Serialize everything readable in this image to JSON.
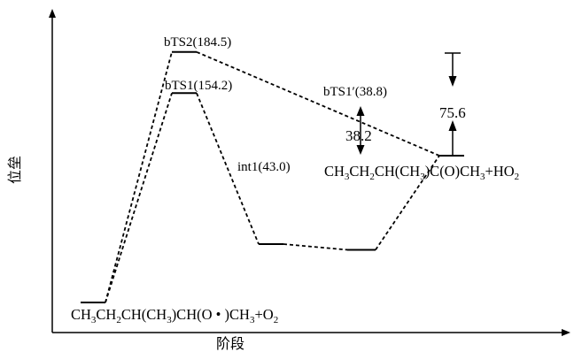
{
  "chart_data": {
    "type": "energy-diagram",
    "title": "",
    "xlabel": "阶段",
    "ylabel": "位垒",
    "levels": [
      {
        "id": "r",
        "text_segments": [
          [
            "CH",
            ""
          ],
          [
            "3",
            "sub"
          ],
          [
            "CH",
            ""
          ],
          [
            "2",
            "sub"
          ],
          [
            "CH(CH",
            ""
          ],
          [
            "3",
            "sub"
          ],
          [
            ")CH(O • )CH",
            ""
          ],
          [
            "3",
            "sub"
          ],
          [
            "+O",
            ""
          ],
          [
            "2",
            "sub"
          ]
        ],
        "energy": 0.0
      },
      {
        "id": "bTS2",
        "name": "bTS2",
        "label": "bTS2(184.5)",
        "energy": 184.5
      },
      {
        "id": "bTS1",
        "name": "bTS1",
        "label": "bTS1(154.2)",
        "energy": 154.2
      },
      {
        "id": "int1",
        "name": "int1",
        "label": "int1(43.0)",
        "energy": 43.0
      },
      {
        "id": "bTS1p",
        "name": "bTS1′",
        "label": "bTS1′(38.8)",
        "energy": 38.8
      },
      {
        "id": "p",
        "text_segments": [
          [
            "CH",
            ""
          ],
          [
            "3",
            "sub"
          ],
          [
            "CH",
            ""
          ],
          [
            "2",
            "sub"
          ],
          [
            "CH(CH",
            ""
          ],
          [
            "3",
            "sub"
          ],
          [
            ")C(O)CH",
            ""
          ],
          [
            "3",
            "sub"
          ],
          [
            "+HO",
            ""
          ],
          [
            "2",
            "sub"
          ]
        ]
      }
    ],
    "paths": [
      [
        "r",
        "bTS2",
        "p"
      ],
      [
        "r",
        "bTS1",
        "int1",
        "bTS1p",
        "p"
      ]
    ],
    "annotations": [
      {
        "id": "barrier-bts1p",
        "text": "38.2"
      },
      {
        "id": "barrier-product",
        "text": "75.6"
      }
    ]
  }
}
